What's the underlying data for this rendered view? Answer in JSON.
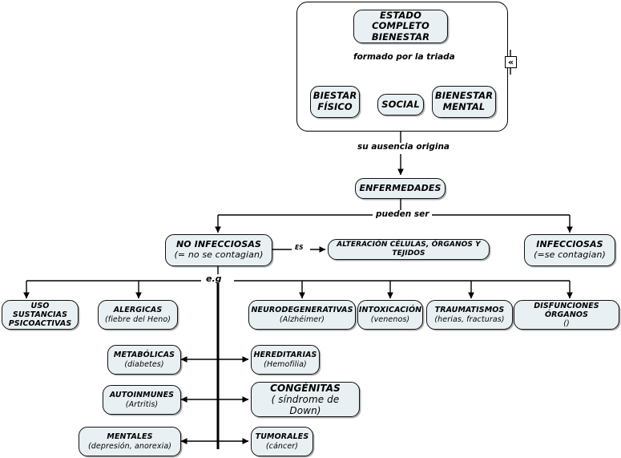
{
  "diagram": {
    "title": "Mapa conceptual salud y enfermedades",
    "accent_fill": "#e9f0f3",
    "stroke": "#111111",
    "background": "#ffffff"
  },
  "collapse_button": {
    "glyph": "«",
    "name": "collapse-section-button"
  },
  "nodes": {
    "estado": {
      "line1": "ESTADO COMPLETO",
      "line2": "BIENESTAR"
    },
    "fisico": {
      "line1": "BIESTAR",
      "line2": "FÍSICO"
    },
    "social": {
      "line1": "SOCIAL",
      "line2": ""
    },
    "mental": {
      "line1": "BIENESTAR",
      "line2": "MENTAL"
    },
    "enfermedades": {
      "line1": "ENFERMEDADES",
      "line2": ""
    },
    "no_infecciosas": {
      "line1": "NO INFECCIOSAS",
      "line2": "(= no se contagian)"
    },
    "alteracion": {
      "line1": "ALTERACIÓN CÉLULAS, ÓRGANOS Y TEJIDOS",
      "line2": ""
    },
    "infecciosas": {
      "line1": "INFECCIOSAS",
      "line2": "(=se contagian)"
    },
    "sustancias": {
      "line1": "USO SUSTANCIAS",
      "line2": "PSICOACTIVAS"
    },
    "alergicas": {
      "line1": "ALERGICAS",
      "line2": "(fiebre del Heno)"
    },
    "neurodegenerativas": {
      "line1": "NEURODEGENERATIVAS",
      "line2": "(Alzhéimer)"
    },
    "intoxicacion": {
      "line1": "INTOXICACIÓN",
      "line2": "(venenos)"
    },
    "traumatismos": {
      "line1": "TRAUMATISMOS",
      "line2": "(herias, fracturas)"
    },
    "disfunciones": {
      "line1": "DISFUNCIONES ÓRGANOS",
      "line2": "()"
    },
    "metabolicas": {
      "line1": "METABÓLICAS",
      "line2": "(diabetes)"
    },
    "hereditarias": {
      "line1": "HEREDITARIAS",
      "line2": "(Hemofilia)"
    },
    "autoinmunes": {
      "line1": "AUTOINMUNES",
      "line2": "(Artritis)"
    },
    "congenitas": {
      "line1": "CONGÉNITAS",
      "line2": "( síndrome de Down)"
    },
    "mentales": {
      "line1": "MENTALES",
      "line2": "(depresión, anorexia)"
    },
    "tumorales": {
      "line1": "TUMORALES",
      "line2": "(cáncer)"
    }
  },
  "edge_labels": {
    "triada": "formado por la triada",
    "ausencia": "su ausencia origina",
    "pueden_ser": "pueden ser",
    "es": "ES",
    "eg": "e.g"
  }
}
